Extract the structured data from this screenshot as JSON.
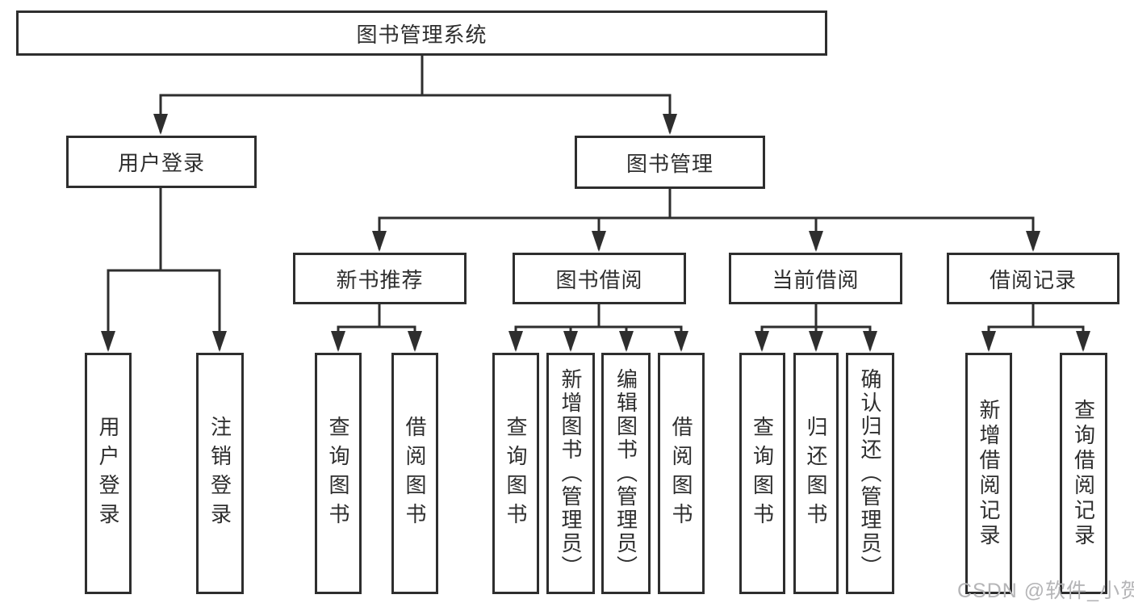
{
  "tree": {
    "root": "图书管理系统",
    "branches": [
      {
        "label": "用户登录",
        "leaves": [
          "用户登录",
          "注销登录"
        ]
      },
      {
        "label": "图书管理",
        "groups": [
          {
            "label": "新书推荐",
            "leaves": [
              "查询图书",
              "借阅图书"
            ]
          },
          {
            "label": "图书借阅",
            "leaves": [
              "查询图书",
              "新增图书（管理员）",
              "编辑图书（管理员）",
              "借阅图书"
            ]
          },
          {
            "label": "当前借阅",
            "leaves": [
              "查询图书",
              "归还图书",
              "确认归还（管理员）"
            ]
          },
          {
            "label": "借阅记录",
            "leaves": [
              "新增借阅记录",
              "查询借阅记录"
            ]
          }
        ]
      }
    ]
  },
  "watermark": {
    "text": "CSDN @软件_小贺同学"
  },
  "colors": {
    "line": "#2e2e2e",
    "text": "#2e2e2e",
    "box_background": "#ffffff",
    "watermark": "#b5b5b7",
    "background": "#ffffff"
  }
}
